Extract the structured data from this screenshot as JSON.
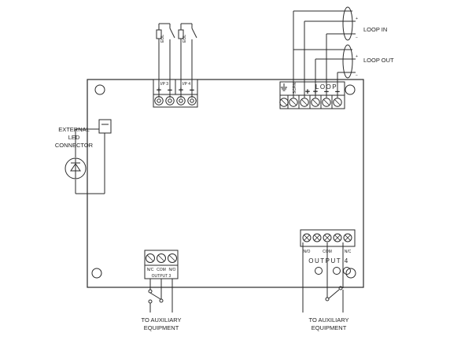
{
  "labels": {
    "loop_in": "LOOP IN",
    "loop_out": "LOOP OUT",
    "loop": "LOOP",
    "scrn": "SCRN",
    "ip3": "I/P  3",
    "ip4": "I/P  4",
    "eol": "EOL",
    "external_led": [
      "EXTERNAL",
      "LED",
      "CONNECTOR"
    ],
    "output3": "OUTPUT 3",
    "output4": "OUTPUT 4",
    "out3_terminals": [
      "N/C",
      "COM",
      "N/O"
    ],
    "out4_terminals": [
      "N/O",
      "COM",
      "N/C"
    ],
    "aux_left": [
      "TO AUXILIARY",
      "EQUIPMENT"
    ],
    "aux_right": [
      "TO AUXILIARY",
      "EQUIPMENT"
    ],
    "plus": "+",
    "minus": "−"
  }
}
